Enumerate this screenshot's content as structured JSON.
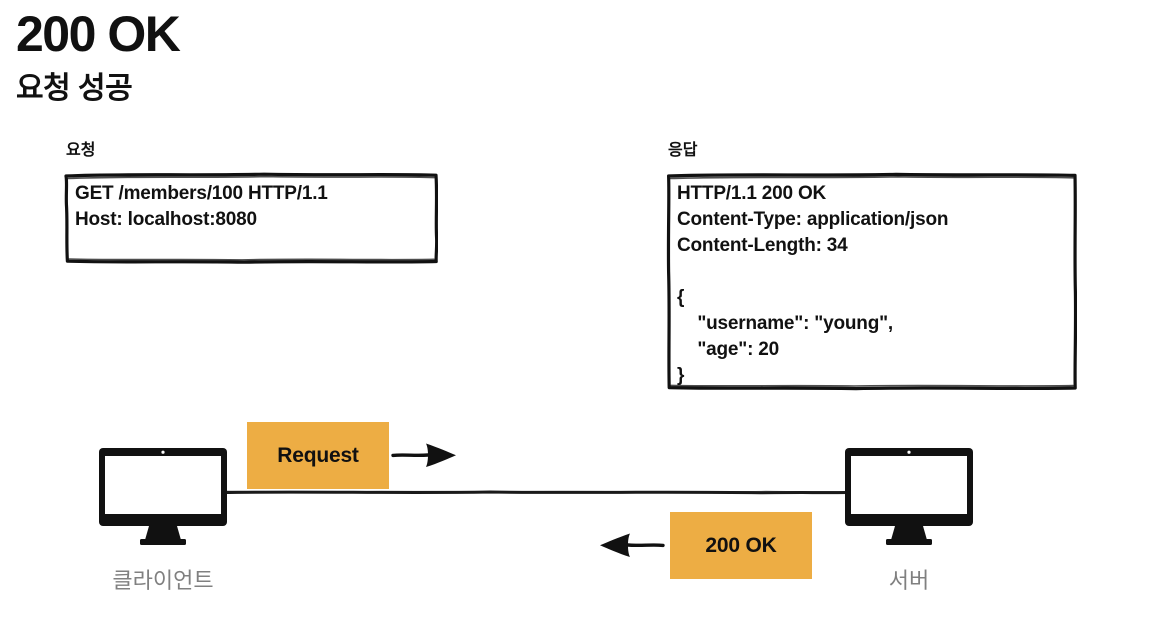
{
  "page": {
    "title": "200 OK",
    "subtitle": "요청 성공",
    "background_color": "#ffffff",
    "text_color": "#111111"
  },
  "request_section": {
    "caption": "요청",
    "body": "GET /members/100 HTTP/1.1\nHost: localhost:8080"
  },
  "response_section": {
    "caption": "응답",
    "body": "HTTP/1.1 200 OK\nContent-Type: application/json\nContent-Length: 34\n\n{\n    \"username\": \"young\",\n    \"age\": 20\n}"
  },
  "diagram": {
    "client": {
      "label": "클라이언트",
      "icon": "desktop-monitor-icon"
    },
    "server": {
      "label": "서버",
      "icon": "desktop-monitor-icon"
    },
    "request_flow": {
      "label": "Request",
      "color": "#edad44",
      "arrow_direction": "right"
    },
    "response_flow": {
      "label": "200 OK",
      "color": "#edad44",
      "arrow_direction": "left"
    },
    "label_color": "#808080",
    "line_color": "#1a1a1a"
  }
}
